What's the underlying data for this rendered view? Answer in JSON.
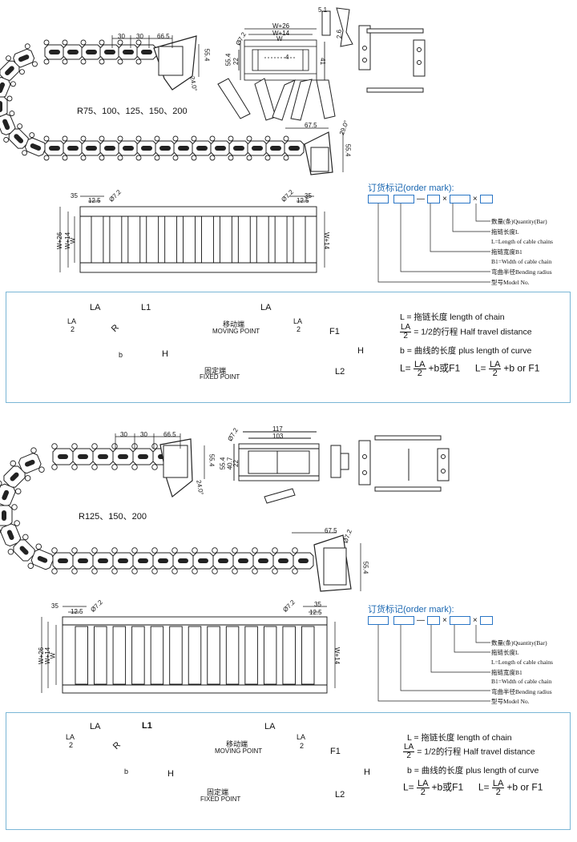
{
  "section1": {
    "top_dims": {
      "d30a": "30",
      "d30b": "30",
      "d66": "66.5",
      "d55": "55.4",
      "d24": "24.0°",
      "d67": "67.5",
      "d29": "29.0°",
      "d554b": "55.4"
    },
    "radius_label": "R75、100、125、150、200",
    "cross": {
      "w26": "W+26",
      "w14": "W+14",
      "w": "W",
      "phi": "Ø7.2",
      "d55": "55.4",
      "d22": "22",
      "d4": "4",
      "d41": "41",
      "d51": "5.1",
      "d26": "2.6"
    },
    "plan": {
      "d35a": "35",
      "d125a": "12.5",
      "phi_a": "Ø7.2",
      "phi_b": "Ø7.2",
      "d35b": "35",
      "d125b": "12.5",
      "w26": "W+26",
      "w14": "W+14",
      "w": "W",
      "w14r": "W+14"
    }
  },
  "section2": {
    "top_dims": {
      "d30a": "30",
      "d30b": "30",
      "d66": "66.5",
      "d55": "55.4",
      "d24": "24.0°",
      "d67": "67.5",
      "d29": "Ø7.2",
      "d554b": "55.4"
    },
    "radius_label": "R125、150、200",
    "cross": {
      "d117": "117",
      "d103": "103",
      "d55": "55.4",
      "d40": "40.7",
      "d22": "22",
      "phi": "Ø7.2"
    },
    "plan": {
      "d35a": "35",
      "d125a": "12.5",
      "phi_a": "Ø7.2",
      "phi_b": "Ø7.2",
      "d35b": "35",
      "d125b": "12.5",
      "w26": "W+26",
      "w14": "W+14",
      "w": "W",
      "w14r": "W+14"
    }
  },
  "order_mark_1": {
    "title": "订货标记(order mark):",
    "sep1": "—",
    "x1": "×",
    "x2": "×",
    "labels": [
      "数量(条)Quantity(Bar)",
      "拖链长度L",
      "L=Length of cable chains",
      "拖链宽度B1",
      "B1=Width of cable chain",
      "弯曲半径Bending radius",
      "型号Model No."
    ]
  },
  "order_mark_2": {
    "title": "订货标记(order mark):",
    "sep1": "—",
    "x1": "×",
    "x2": "×",
    "labels": [
      "数量(条)Quantity(Bar)",
      "拖链长度L",
      "L=Length of cable chains",
      "拖链宽度B1",
      "B1=Width of cable chain",
      "弯曲半径Bending radius",
      "型号Model No."
    ]
  },
  "box1": {
    "la": "LA",
    "la2n": "LA",
    "la2d": "2",
    "l1": "L1",
    "r": "R",
    "b": "b",
    "h": "H",
    "la_mid": "LA",
    "la2n_mid": "LA",
    "la2d_mid": "2",
    "moving_cn": "移动端",
    "moving_en": "MOVING POINT",
    "fixed_cn": "固定端",
    "fixed_en": "FIXED POINT",
    "f1": "F1",
    "h2": "H",
    "l2": "L2",
    "legend_l": "L  = 拖链长度  length of chain",
    "legend_la_n": "LA",
    "legend_la_d": "2",
    "legend_la": "= 1/2的行程  Half travel distance",
    "legend_b": "b  = 曲线的长度  plus length of curve",
    "f_l": "L=",
    "f_n1": "LA",
    "f_d1": "2",
    "f_t1": "+b或F1",
    "f_l2": "L=",
    "f_n2": "LA",
    "f_d2": "2",
    "f_t2": "+b or F1"
  },
  "box2": {
    "la": "LA",
    "la2n": "LA",
    "la2d": "2",
    "l1": "L1",
    "r": "R",
    "b": "b",
    "h": "H",
    "la_mid": "LA",
    "la2n_mid": "LA",
    "la2d_mid": "2",
    "moving_cn": "移动端",
    "moving_en": "MOVING POINT",
    "fixed_cn": "固定端",
    "fixed_en": "FIXED POINT",
    "f1": "F1",
    "h2": "H",
    "l2": "L2",
    "legend_l": "L  = 拖链长度  length of chain",
    "legend_la_n": "LA",
    "legend_la_d": "2",
    "legend_la": "= 1/2的行程  Half travel distance",
    "legend_b": "b  = 曲线的长度  plus length of curve",
    "f_l": "L=",
    "f_n1": "LA",
    "f_d1": "2",
    "f_t1": "+b或F1",
    "f_l2": "L=",
    "f_n2": "LA",
    "f_d2": "2",
    "f_t2": "+b or F1"
  },
  "colors": {
    "blue_box": "#7ab6d6",
    "order_blue": "#2a76c6",
    "line": "#111111"
  }
}
